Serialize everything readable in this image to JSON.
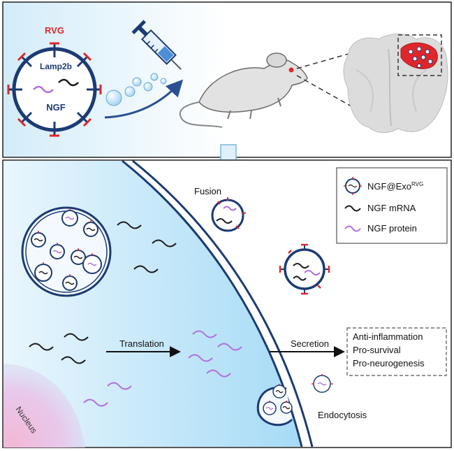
{
  "top_panel": {
    "exosome": {
      "rvg_label": "RVG",
      "lamp2b_label": "Lamp2b",
      "ngf_label": "NGF"
    }
  },
  "bottom_panel": {
    "fusion_label": "Fusion",
    "translation_label": "Translation",
    "secretion_label": "Secretion",
    "endocytosis_label": "Endocytosis",
    "nucleus_label": "Nucleus",
    "effects": [
      "Anti-inflammation",
      "Pro-survival",
      "Pro-neurogenesis"
    ],
    "legend": {
      "exosome_label": "NGF@Exo",
      "exosome_superscript": "RVG",
      "mrna_label": "NGF mRNA",
      "protein_label": "NGF protein"
    }
  },
  "colors": {
    "membrane": "#1c3b73",
    "rvg": "#e0262b",
    "mrna": "#1a1a1a",
    "protein": "#b26ee0",
    "cytoplasm": "#bfe6fb"
  }
}
